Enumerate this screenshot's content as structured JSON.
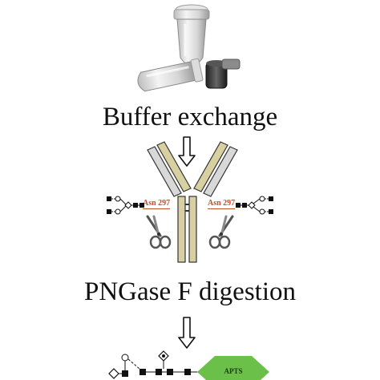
{
  "steps": [
    {
      "label": "Buffer exchange"
    },
    {
      "label": "PNGase F digestion"
    }
  ],
  "antibody": {
    "site_left": "Asn 297",
    "site_right": "Asn 297",
    "heavy_chain_color": "#d8d0a0",
    "light_chain_color": "#d8d8d8",
    "site_label_color": "#c0502a"
  },
  "glycan_tag": {
    "label": "APTS",
    "color": "#6ac049"
  },
  "icons": [
    "tubes-icon",
    "down-arrow-icon",
    "scissors-icon",
    "glycan-icon"
  ]
}
